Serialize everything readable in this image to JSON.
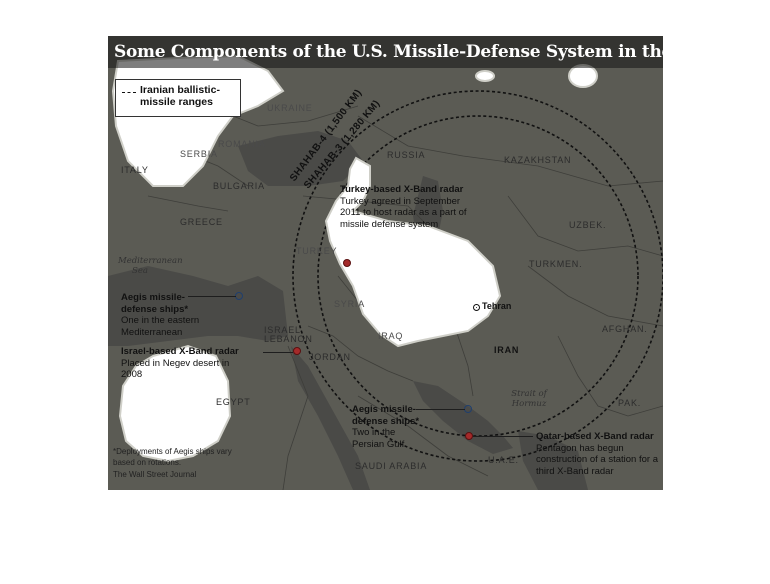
{
  "title": "Some Components of the U.S. Missile-Defense System in the Middle East",
  "legend": {
    "label": "Iranian ballistic-missile ranges"
  },
  "ranges": [
    {
      "name": "SHAHAB-4",
      "distance": "(1,500 KM)",
      "label": "SHAHAB-4 (1,500 KM)"
    },
    {
      "name": "SHAHAB-3",
      "distance": "(1,280 KM)",
      "label": "SHAHAB-3 (1,280 KM)"
    }
  ],
  "countries": {
    "ukraine": "UKRAINE",
    "romania": "ROMANIA",
    "serbia": "SERBIA",
    "italy": "ITALY",
    "bulgaria": "BULGARIA",
    "greece": "GREECE",
    "turkey": "TURKEY",
    "russia": "RUSSIA",
    "kazakhstan": "KAZAKHSTAN",
    "uzbek": "UZBEK.",
    "turkmen": "TURKMEN.",
    "afghan": "AFGHAN.",
    "pak": "PAK.",
    "syria": "SYRIA",
    "lebanon": "LEBANON",
    "israel": "ISRAEL",
    "jordan": "JORDAN",
    "iraq": "IRAQ",
    "iran": "IRAN",
    "egypt": "EGYPT",
    "saudi_arabia": "SAUDI ARABIA",
    "uae": "U.A.E."
  },
  "seas": {
    "mediterranean": "Mediterranean Sea",
    "hormuz": "Strait of Hormuz"
  },
  "city": {
    "tehran": "Tehran"
  },
  "callouts": {
    "turkey_radar": {
      "title": "Turkey-based X-Band radar",
      "body": "Turkey agreed in September 2011 to host radar as a part of missile defense system"
    },
    "aegis_med": {
      "title": "Aegis missile-defense ships*",
      "body": "One in the eastern Mediterranean"
    },
    "israel_radar": {
      "title": "Israel-based X-Band radar",
      "body": "Placed in Negev desert in 2008"
    },
    "aegis_gulf": {
      "title": "Aegis missile-defense ships*",
      "body": "Two in the Persian Gulf"
    },
    "qatar_radar": {
      "title": "Qatar-based X-Band radar",
      "body": "Pentagon has begun construction of a station for a third X-Band radar"
    }
  },
  "footnote": "*Deployments of Aegis ships vary based on rotations.",
  "source": "The Wall Street Journal",
  "colors": {
    "land": "#5b5b54",
    "sea": "#4a4a47",
    "radar_marker": "#a42a2a",
    "ship_marker": "#1f3f6e",
    "highlight": "#ffffff"
  }
}
